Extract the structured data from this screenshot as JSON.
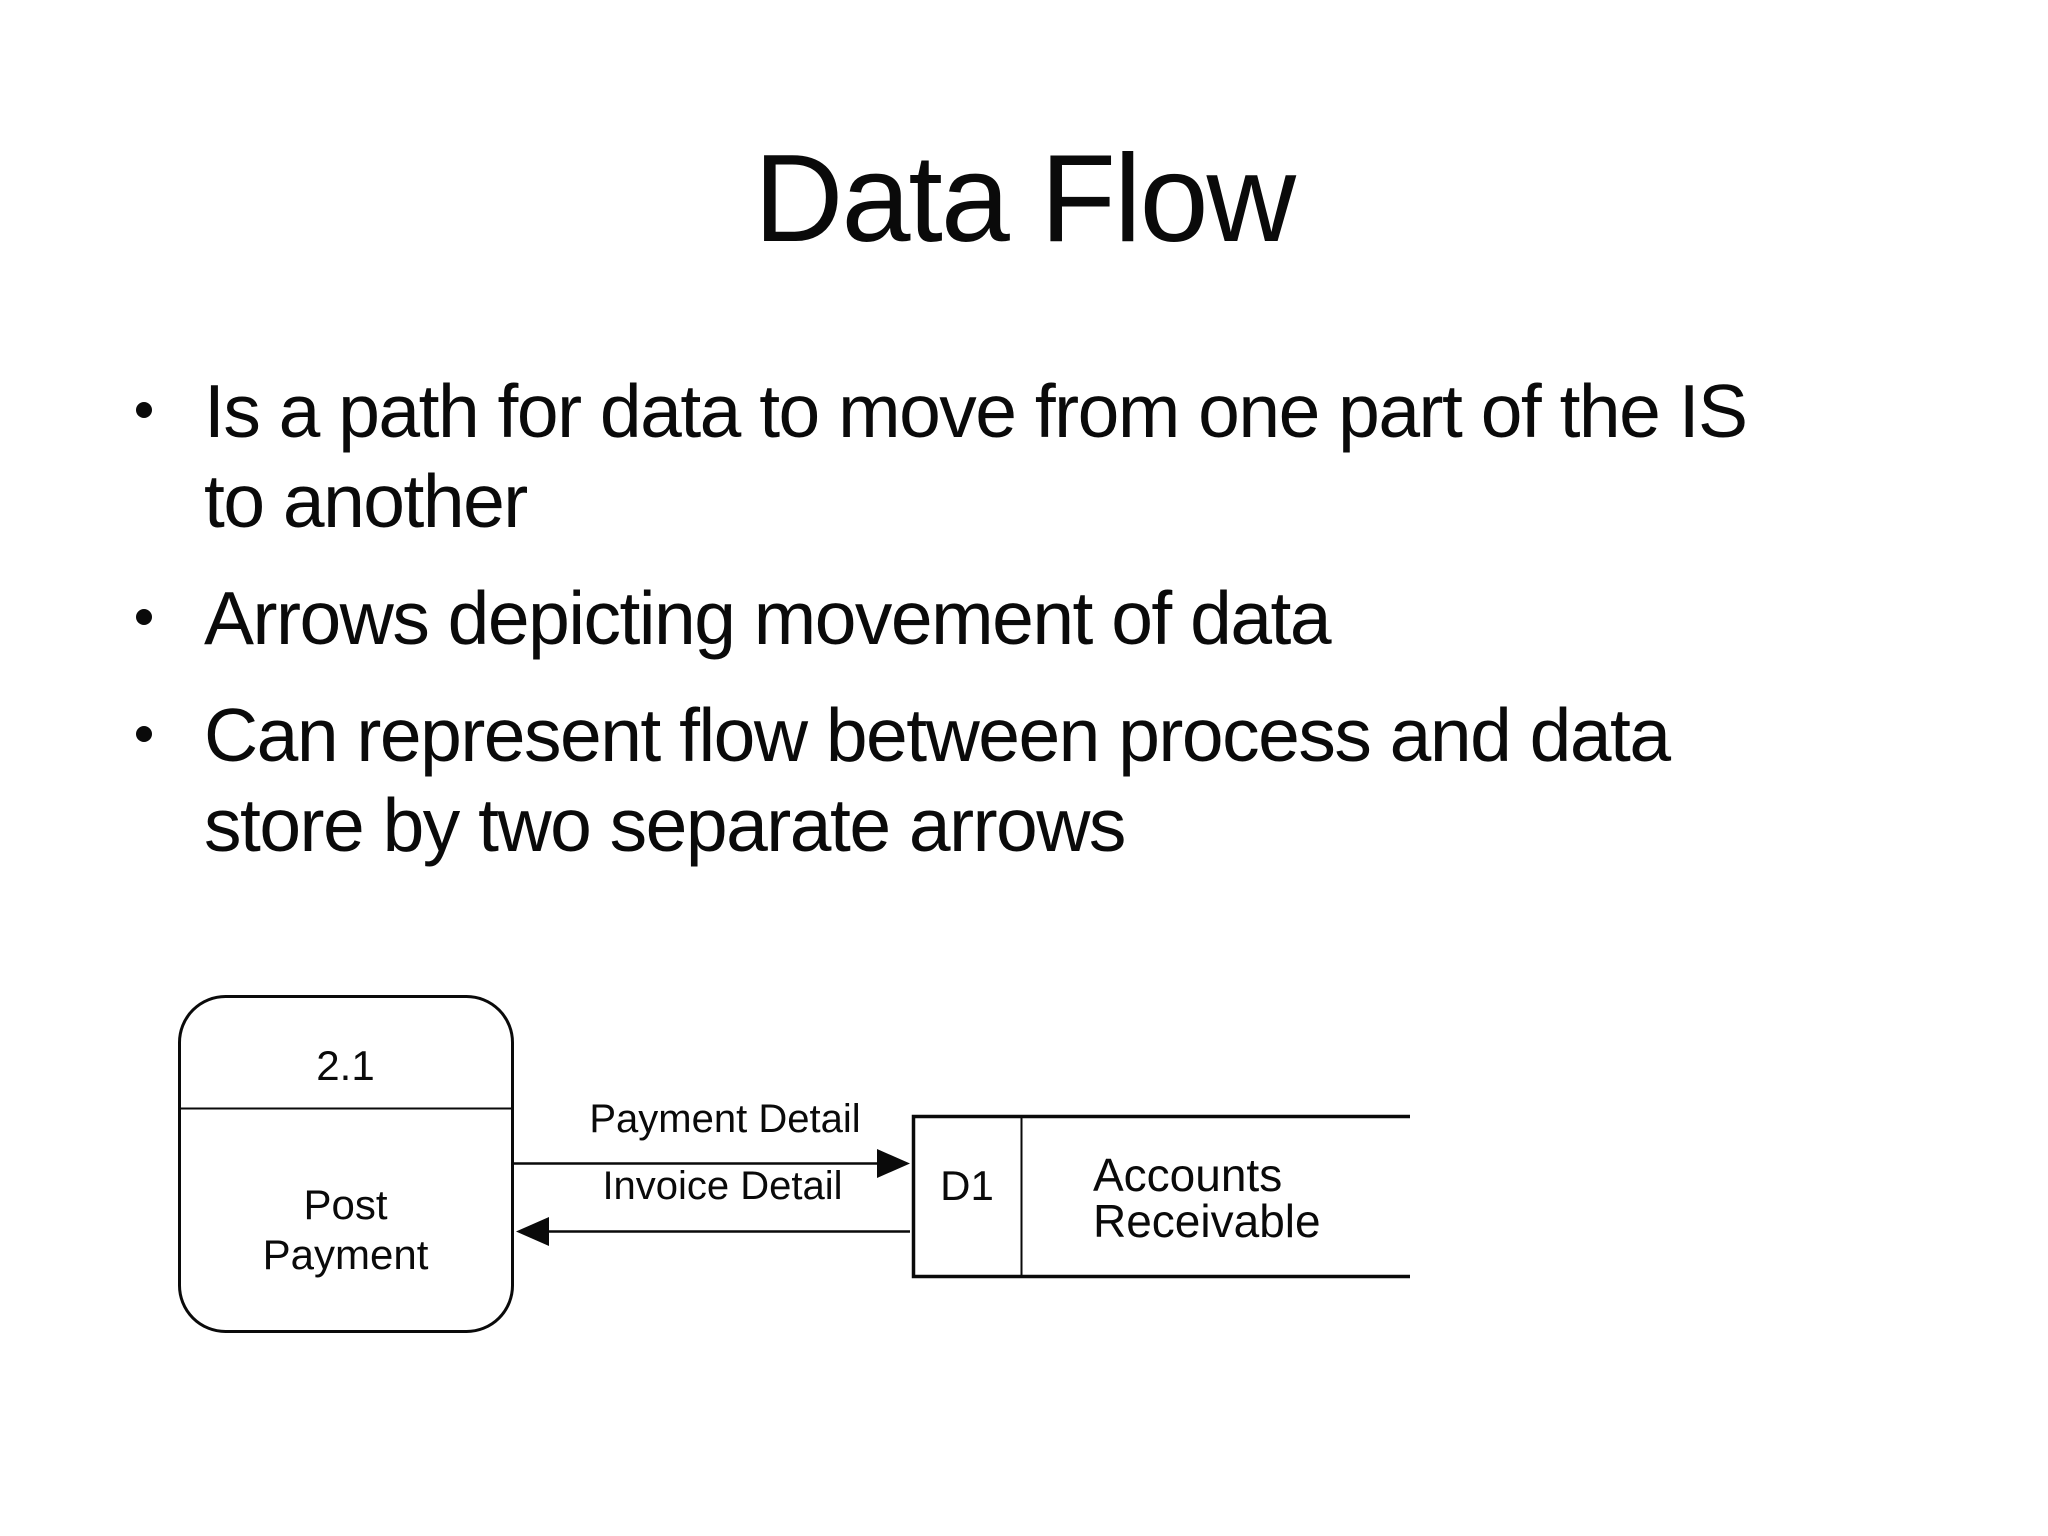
{
  "slide": {
    "title": "Data Flow",
    "background_color": "#ffffff",
    "text_color": "#0a0a0a"
  },
  "bullets": [
    {
      "lines": [
        "Is a path for data to move from one part of the IS",
        "to another"
      ]
    },
    {
      "lines": [
        "Arrows depicting movement of data"
      ]
    },
    {
      "lines": [
        "Can represent flow between process and data",
        "store by two separate arrows"
      ]
    }
  ],
  "diagram": {
    "process": {
      "id": "2.1",
      "name_lines": [
        "Post",
        "Payment"
      ]
    },
    "flows": [
      {
        "label": "Payment Detail",
        "from": "Post Payment",
        "to": "D1 Accounts Receivable",
        "direction": "right"
      },
      {
        "label": "Invoice Detail",
        "from": "D1 Accounts Receivable",
        "to": "Post Payment",
        "direction": "left"
      }
    ],
    "data_store": {
      "id": "D1",
      "name_lines": [
        "Accounts",
        "Receivable"
      ]
    }
  }
}
